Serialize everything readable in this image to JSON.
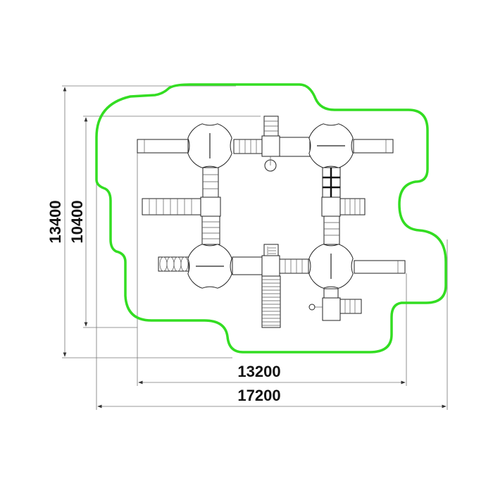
{
  "drawing": {
    "dimensions": {
      "outer_height": "13400",
      "inner_height": "10400",
      "inner_width": "13200",
      "outer_width": "17200"
    },
    "colors": {
      "safety_zone": "#33dd22",
      "lines": "#222222"
    }
  }
}
